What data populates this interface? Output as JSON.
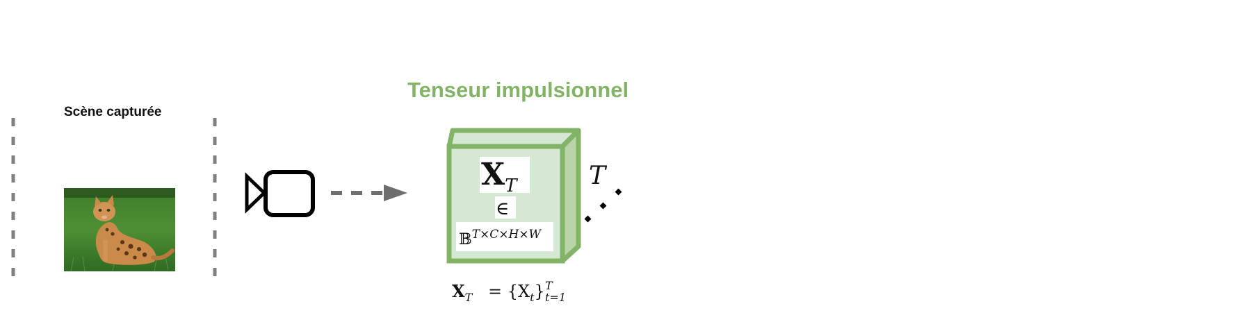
{
  "scene": {
    "title": "Scène capturée",
    "photo_subject": "cat-in-grass-photo"
  },
  "tensor": {
    "title": "Tenseur impulsionnel",
    "symbol": "X",
    "symbol_sub": "T",
    "element_of": "∈",
    "space_base": "𝔹",
    "space_exp": "T×C×H×W",
    "depth_label": "T",
    "formula_lhs": "X",
    "formula_lhs_sub": "T",
    "formula_rhs": "= {X",
    "formula_rhs_sub": "t",
    "formula_close": "}",
    "formula_upper": "T",
    "formula_lower": "t=1"
  },
  "colors": {
    "tensor_green": "#82b366",
    "tensor_fill": "#d5e8d4",
    "dash_gray": "#808080",
    "arrow_gray": "#6d6d6d"
  }
}
